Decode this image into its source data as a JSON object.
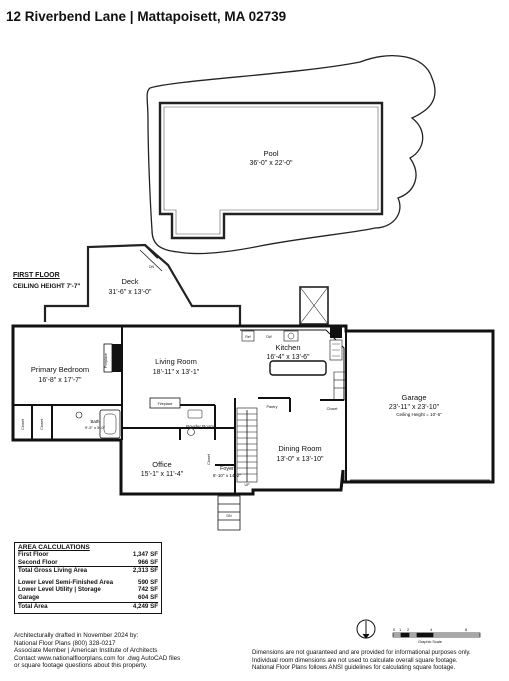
{
  "title": "12 Riverbend Lane | Mattapoisett, MA 02739",
  "floor_label": "FIRST FLOOR",
  "ceiling_label": "CEILING HEIGHT 7'-7\"",
  "rooms": {
    "pool": {
      "name": "Pool",
      "dims": "36'-0\" x 22'-0\""
    },
    "deck": {
      "name": "Deck",
      "dims": "31'-6\" x 13'-0\""
    },
    "primary_bedroom": {
      "name": "Primary Bedroom",
      "dims": "16'-8\" x 17'-7\""
    },
    "living_room": {
      "name": "Living Room",
      "dims": "18'-11\" x 13'-1\""
    },
    "kitchen": {
      "name": "Kitchen",
      "dims": "16'-4\" x 13'-6\""
    },
    "garage": {
      "name": "Garage",
      "dims": "23'-11\" x 23'-10\"",
      "ceiling": "Ceiling Height = 10'-6\""
    },
    "office": {
      "name": "Office",
      "dims": "15'-1\" x 11'-4\""
    },
    "dining_room": {
      "name": "Dining Room",
      "dims": "13'-0\" x 13'-10\""
    },
    "foyer": {
      "name": "Foyer",
      "dims": "6'-10\" x 14'-2\""
    },
    "bath": {
      "name": "Bath",
      "dims": "9'-5\" x 5'-0\""
    },
    "powder_room": {
      "name": "Powder Room"
    }
  },
  "small_labels": {
    "closet": "Closet",
    "pantry": "Pantry",
    "fireplace": "Fireplace",
    "dw": "DW",
    "ref": "Ref",
    "up": "UP",
    "dn": "DN",
    "ref2": "Ref"
  },
  "area_calc": {
    "heading": "AREA CALCULATIONS",
    "rows": [
      {
        "label": "First Floor",
        "value": "1,347 SF"
      },
      {
        "label": "Second Floor",
        "value": "966 SF"
      },
      {
        "label": "Total Gross Living Area",
        "value": "2,313 SF"
      },
      {
        "label": "Lower Level Semi-Finished Area",
        "value": "590 SF"
      },
      {
        "label": "Lower Level Utility | Storage",
        "value": "742 SF"
      },
      {
        "label": "Garage",
        "value": "604 SF"
      },
      {
        "label": "Total Area",
        "value": "4,249 SF"
      }
    ]
  },
  "footer_left": [
    "Architecturally drafted in November 2024 by:",
    "National Floor Plans   (800) 328-0217",
    "Associate Member | American Institute of Architects",
    "Contact www.nationalfloorplans.com for .dwg AutoCAD files",
    "or square footage questions about this property."
  ],
  "footer_right": [
    "Dimensions are not guaranteed and are provided for informational purposes only.",
    "Individual room dimensions are not used to calculate overall square footage.",
    "National Floor Plans follows ANSI guidelines for calculating square footage."
  ],
  "scale": {
    "ticks": [
      "0",
      "1",
      "2",
      "4",
      "8"
    ],
    "caption": "Graphic Scale"
  }
}
